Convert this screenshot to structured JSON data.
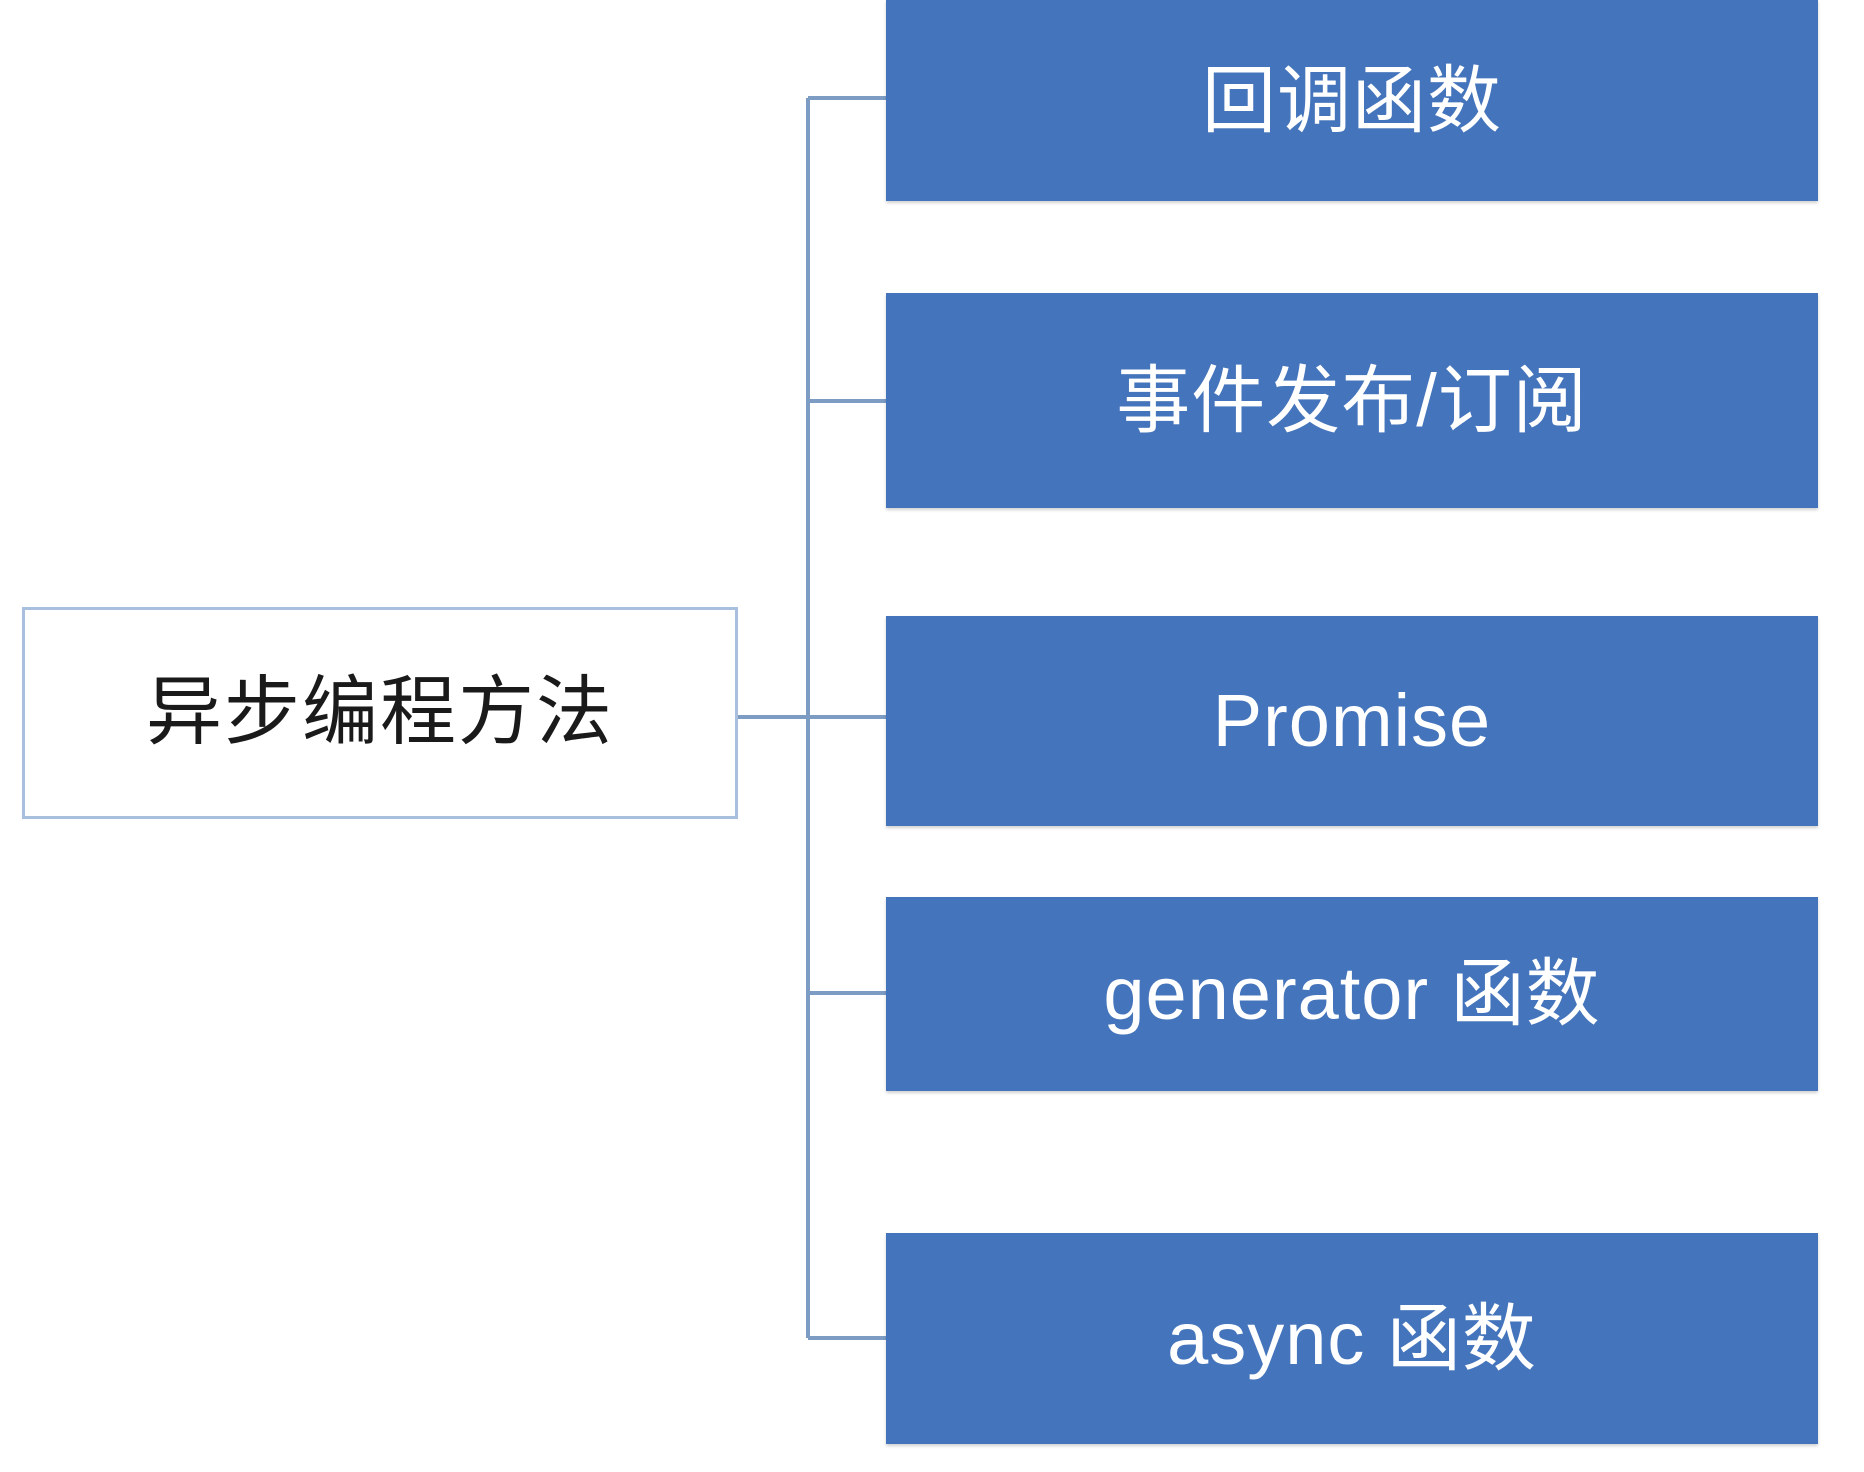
{
  "diagram": {
    "type": "mind-map",
    "orientation": "left-to-right",
    "root": {
      "label": "异步编程方法",
      "text_color": "#1a1a1a",
      "fill": "#ffffff",
      "border_color": "#a8c0dd"
    },
    "branch_color": "#7c9cc4",
    "leaf_fill": "#4474bb",
    "leaf_text_color": "#ffffff",
    "leaves": [
      {
        "label": "回调函数"
      },
      {
        "label": "事件发布/订阅"
      },
      {
        "label": "Promise"
      },
      {
        "label": "generator 函数"
      },
      {
        "label": "async 函数"
      }
    ]
  }
}
